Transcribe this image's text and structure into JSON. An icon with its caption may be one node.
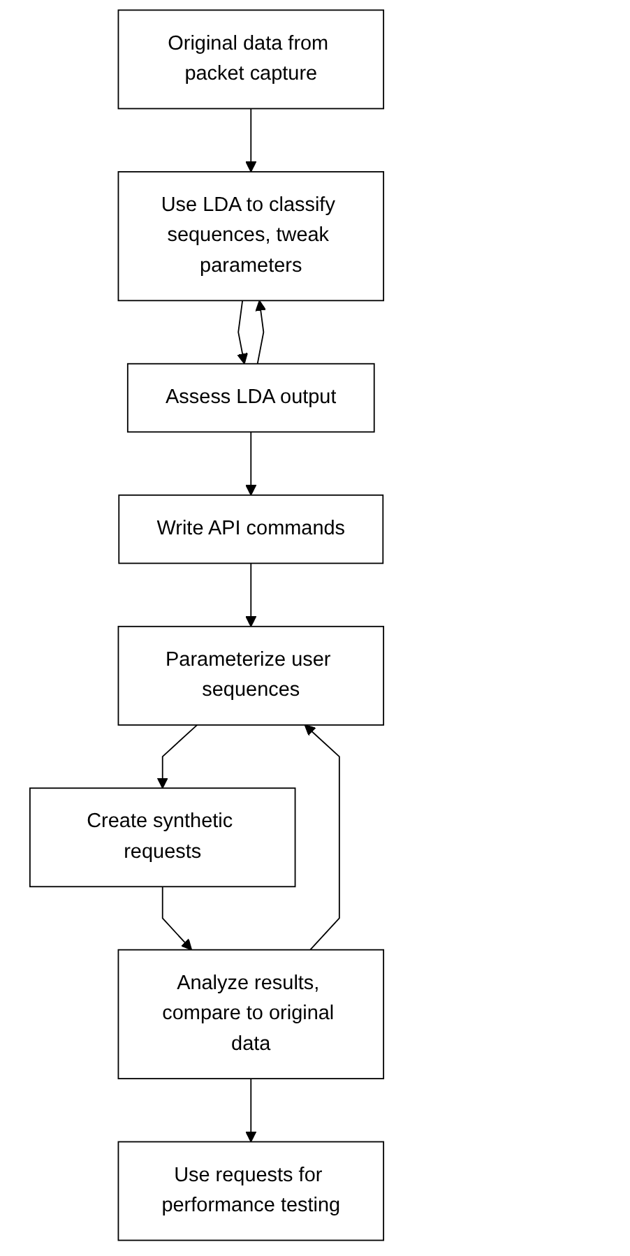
{
  "diagram": {
    "nodes": [
      {
        "text": [
          "Original data from packet capture"
        ]
      },
      {
        "text": [
          "Use LDA to classify sequences, tweak parameters"
        ]
      },
      {
        "text": [
          "Assess LDA output"
        ]
      },
      {
        "text": [
          "Write API commands"
        ]
      },
      {
        "text": [
          "Parameterize user sequences"
        ]
      },
      {
        "text": [
          "Create synthetic requests"
        ]
      },
      {
        "text": [
          "Analyze results, compare to original data"
        ]
      },
      {
        "text": [
          "Use requests for performance testing"
        ]
      }
    ],
    "edges": [
      {
        "from": 0,
        "to": 1,
        "arrow": "to"
      },
      {
        "from": 1,
        "to": 2,
        "arrow": "to"
      },
      {
        "from": 2,
        "to": 1,
        "arrow": "to"
      },
      {
        "from": 2,
        "to": 3,
        "arrow": "to"
      },
      {
        "from": 3,
        "to": 4,
        "arrow": "to"
      },
      {
        "from": 4,
        "to": 5,
        "arrow": "to"
      },
      {
        "from": 5,
        "to": 6,
        "arrow": "to"
      },
      {
        "from": 6,
        "to": 4,
        "arrow": "to"
      },
      {
        "from": 6,
        "to": 7,
        "arrow": "to"
      }
    ]
  }
}
